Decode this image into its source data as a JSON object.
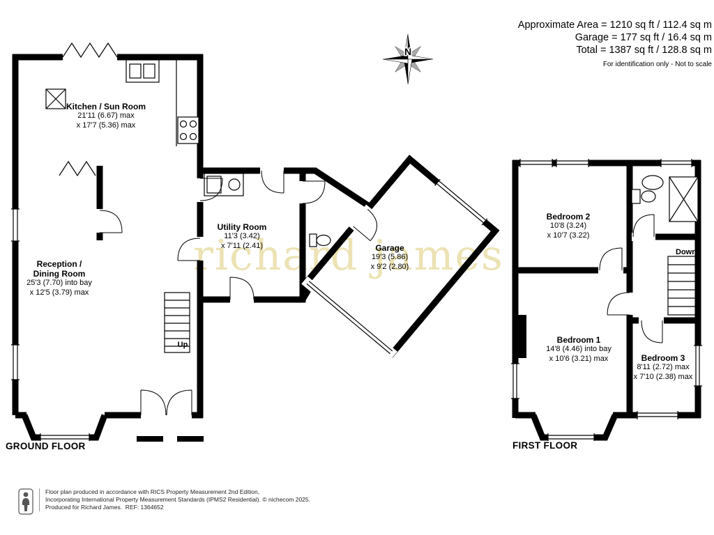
{
  "header": {
    "approx_area": "Approximate Area = 1210 sq ft / 112.4 sq m",
    "garage_area": "Garage = 177 sq ft / 16.4 sq m",
    "total_area": "Total = 1387 sq ft / 128.8 sq m",
    "disclaimer": "For identification only - Not to scale"
  },
  "compass": {
    "north_label": "N"
  },
  "watermark": "richard james",
  "floors": {
    "ground": {
      "title": "GROUND FLOOR",
      "stairs_label": "Up",
      "rooms": {
        "kitchen": {
          "name": "Kitchen / Sun Room",
          "dim1": "21'11 (6.67) max",
          "dim2": "x 17'7 (5.36) max"
        },
        "reception": {
          "name": "Reception / Dining Room",
          "dim1": "25'3 (7.70) into bay",
          "dim2": "x 12'5 (3.79) max"
        },
        "utility": {
          "name": "Utility Room",
          "dim1": "11'3 (3.42)",
          "dim2": "x 7'11 (2.41)"
        },
        "garage": {
          "name": "Garage",
          "dim1": "19'3 (5.86)",
          "dim2": "x 9'2 (2.80)"
        }
      }
    },
    "first": {
      "title": "FIRST FLOOR",
      "stairs_label": "Down",
      "rooms": {
        "bedroom2": {
          "name": "Bedroom 2",
          "dim1": "10'8 (3.24)",
          "dim2": "x 10'7 (3.22)"
        },
        "bedroom1": {
          "name": "Bedroom 1",
          "dim1": "14'8 (4.46) into bay",
          "dim2": "x 10'6 (3.21) max"
        },
        "bedroom3": {
          "name": "Bedroom 3",
          "dim1": "8'11 (2.72) max",
          "dim2": "x 7'10 (2.38) max"
        }
      }
    }
  },
  "footer": {
    "line1": "Floor plan produced in accordance with RICS Property Measurement 2nd Edition,",
    "line2": "Incorporating International Property Measurement Standards (IPMS2 Residential). © nichecom 2025.",
    "line3": "Produced for Richard James.  REF: 1364652"
  }
}
